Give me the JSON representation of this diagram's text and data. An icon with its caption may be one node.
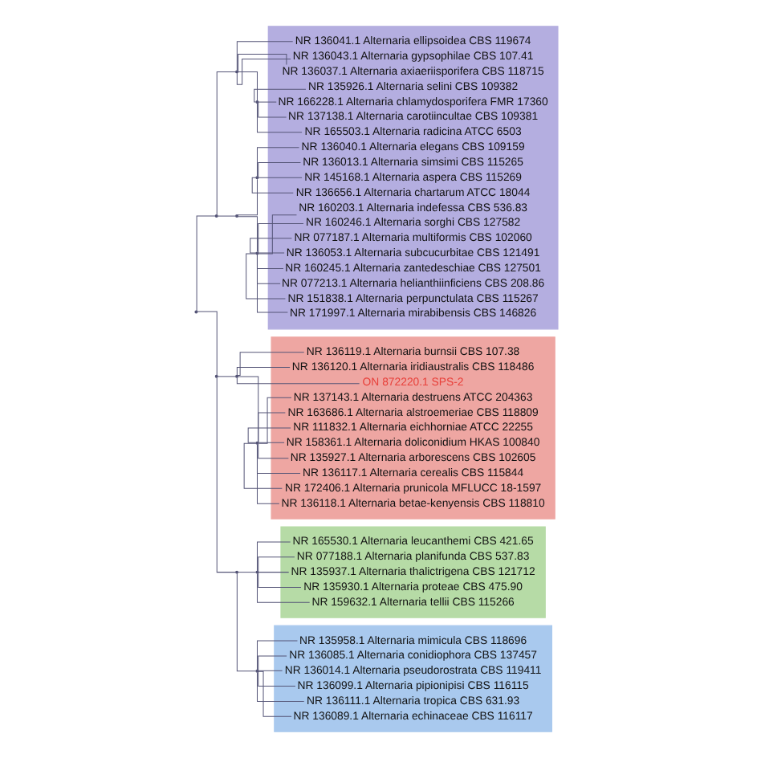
{
  "diagram": {
    "nodes": [
      {
        "text": [],
        "shape": "sector"
      },
      {
        "text": [],
        "shape": "sector"
      },
      {
        "text": [],
        "shape": "sector"
      },
      {
        "text": [],
        "shape": "sector"
      },
      {
        "text": [
          "NR 136041.1 Alternaria ellipsoidea CBS 119674"
        ],
        "in": 0
      },
      {
        "text": [
          "NR 136043.1 Alternaria gypsophilae CBS 107.41"
        ],
        "in": 0
      },
      {
        "text": [
          "NR 136037.1 Alternaria axiaeriisporifera CBS 118715"
        ],
        "in": 0
      },
      {
        "text": [
          "NR 135926.1 Alternaria selini CBS 109382"
        ],
        "in": 0
      },
      {
        "text": [
          "NR 166228.1 Alternaria chlamydosporifera FMR 17360"
        ],
        "in": 0
      },
      {
        "text": [
          "NR 137138.1 Alternaria carotiincultae CBS 109381"
        ],
        "in": 0
      },
      {
        "text": [
          "NR 165503.1 Alternaria radicina ATCC 6503"
        ],
        "in": 0
      },
      {
        "text": [
          "NR 136040.1 Alternaria elegans CBS 109159"
        ],
        "in": 0
      },
      {
        "text": [
          "NR 136013.1 Alternaria simsimi CBS 115265"
        ],
        "in": 0
      },
      {
        "text": [
          "NR 145168.1 Alternaria aspera CBS 115269"
        ],
        "in": 0
      },
      {
        "text": [
          "NR 136656.1 Alternaria chartarum ATCC 18044"
        ],
        "in": 0
      },
      {
        "text": [
          "NR 160203.1 Alternaria indefessa CBS 536.83"
        ],
        "in": 0
      },
      {
        "text": [
          "NR 160246.1 Alternaria sorghi CBS 127582"
        ],
        "in": 0
      },
      {
        "text": [
          "NR 077187.1 Alternaria multiformis CBS 102060"
        ],
        "in": 0
      },
      {
        "text": [
          "NR 136053.1 Alternaria subcucurbitae CBS 121491"
        ],
        "in": 0
      },
      {
        "text": [
          "NR 160245.1 Alternaria zantedeschiae CBS 127501"
        ],
        "in": 0
      },
      {
        "text": [
          "NR 077213.1 Alternaria helianthiinficiens CBS 208.86"
        ],
        "in": 0
      },
      {
        "text": [
          "NR 151838.1 Alternaria perpunctulata CBS 115267"
        ],
        "in": 0
      },
      {
        "text": [
          "NR 171997.1 Alternaria mirabibensis CBS 146826"
        ],
        "in": 0
      },
      {
        "text": [
          "NR 136119.1 Alternaria burnsii CBS 107.38"
        ],
        "in": 1
      },
      {
        "text": [
          "NR 136120.1 Alternaria iridiaustralis CBS 118486"
        ],
        "in": 1
      },
      {
        "text": [
          "ON 872220.1 SPS-2"
        ],
        "in": 1
      },
      {
        "text": [
          "NR 137143.1 Alternaria destruens ATCC 204363"
        ],
        "in": 1
      },
      {
        "text": [
          "NR 163686.1 Alternaria alstroemeriae CBS 118809"
        ],
        "in": 1
      },
      {
        "text": [
          "NR 111832.1 Alternaria eichhorniae ATCC 22255"
        ],
        "in": 1
      },
      {
        "text": [
          "NR 158361.1 Alternaria doliconidium HKAS 100840"
        ],
        "in": 1
      },
      {
        "text": [
          "NR 135927.1 Alternaria arborescens CBS 102605"
        ],
        "in": 1
      },
      {
        "text": [
          "NR 136117.1 Alternaria cerealis CBS 115844"
        ],
        "in": 1
      },
      {
        "text": [
          "NR 172406.1 Alternaria prunicola MFLUCC 18-1597"
        ],
        "in": 1
      },
      {
        "text": [
          "NR 136118.1 Alternaria betae-kenyensis CBS 118810"
        ],
        "in": 1
      },
      {
        "text": [
          "NR 165530.1 Alternaria leucanthemi CBS 421.65"
        ],
        "in": 2
      },
      {
        "text": [
          "NR 077188.1 Alternaria planifunda CBS 537.83"
        ],
        "in": 2
      },
      {
        "text": [
          "NR 135937.1 Alternaria thalictrigena CBS 121712"
        ],
        "in": 2
      },
      {
        "text": [
          "NR 135930.1 Alternaria proteae CBS 475.90"
        ],
        "in": 2
      },
      {
        "text": [
          "NR 159632.1 Alternaria tellii CBS 115266"
        ],
        "in": 2
      },
      {
        "text": [
          "NR 135958.1 Alternaria mimicula CBS 118696"
        ],
        "in": 3
      },
      {
        "text": [
          "NR 136085.1 Alternaria conidiophora CBS 137457"
        ],
        "in": 3
      },
      {
        "text": [
          "NR 136014.1 Alternaria pseudorostrata CBS 119411"
        ],
        "in": 3
      },
      {
        "text": [
          "NR 136099.1 Alternaria pipionipisi CBS 116115"
        ],
        "in": 3
      },
      {
        "text": [
          "NR 136111.1 Alternaria tropica CBS 631.93"
        ],
        "in": 3
      },
      {
        "text": [
          "NR 136089.1 Alternaria echinaceae CBS 116117"
        ],
        "in": 3
      },
      {
        "text": [],
        "shape": "point"
      },
      {
        "text": [],
        "shape": "point"
      },
      {
        "text": [],
        "shape": "point"
      },
      {
        "text": [],
        "shape": "point"
      },
      {
        "text": [],
        "shape": "point"
      },
      {
        "text": [],
        "shape": "point"
      },
      {
        "text": [],
        "shape": "point"
      },
      {
        "text": [],
        "shape": "point"
      },
      {
        "text": [],
        "shape": "point"
      },
      {
        "text": [],
        "shape": "point"
      },
      {
        "text": [],
        "shape": "point"
      },
      {
        "text": [],
        "shape": "point"
      },
      {
        "text": [],
        "shape": "point"
      }
    ],
    "edges": [
      {
        "from": 45,
        "to": 46,
        "arrow": "none"
      },
      {
        "from": 45,
        "to": 52,
        "arrow": "none"
      },
      {
        "from": 46,
        "to": 47,
        "arrow": "none"
      },
      {
        "from": 46,
        "to": 49,
        "arrow": "none"
      },
      {
        "from": 47,
        "to": 4,
        "arrow": "none"
      },
      {
        "from": 47,
        "to": 5,
        "arrow": "none"
      },
      {
        "from": 47,
        "to": 6,
        "arrow": "none"
      },
      {
        "from": 47,
        "to": 48,
        "arrow": "none"
      },
      {
        "from": 48,
        "to": 7,
        "arrow": "none"
      },
      {
        "from": 48,
        "to": 8,
        "arrow": "none"
      },
      {
        "from": 48,
        "to": 9,
        "arrow": "none"
      },
      {
        "from": 48,
        "to": 10,
        "arrow": "none"
      },
      {
        "from": 49,
        "to": 50,
        "arrow": "none"
      },
      {
        "from": 49,
        "to": 51,
        "arrow": "none"
      },
      {
        "from": 50,
        "to": 11,
        "arrow": "none"
      },
      {
        "from": 50,
        "to": 12,
        "arrow": "none"
      },
      {
        "from": 50,
        "to": 13,
        "arrow": "none"
      },
      {
        "from": 50,
        "to": 14,
        "arrow": "none"
      },
      {
        "from": 51,
        "to": 15,
        "arrow": "none"
      },
      {
        "from": 51,
        "to": 16,
        "arrow": "none"
      },
      {
        "from": 51,
        "to": 17,
        "arrow": "none"
      },
      {
        "from": 51,
        "to": 18,
        "arrow": "none"
      },
      {
        "from": 51,
        "to": 19,
        "arrow": "none"
      },
      {
        "from": 51,
        "to": 20,
        "arrow": "none"
      },
      {
        "from": 51,
        "to": 21,
        "arrow": "none"
      },
      {
        "from": 51,
        "to": 22,
        "arrow": "none"
      },
      {
        "from": 52,
        "to": 53,
        "arrow": "none"
      },
      {
        "from": 52,
        "to": 55,
        "arrow": "none"
      },
      {
        "from": 53,
        "to": 23,
        "arrow": "none"
      },
      {
        "from": 53,
        "to": 24,
        "arrow": "none"
      },
      {
        "from": 53,
        "to": 25,
        "arrow": "none"
      },
      {
        "from": 53,
        "to": 54,
        "arrow": "none"
      },
      {
        "from": 54,
        "to": 26,
        "arrow": "none"
      },
      {
        "from": 54,
        "to": 27,
        "arrow": "none"
      },
      {
        "from": 54,
        "to": 28,
        "arrow": "none"
      },
      {
        "from": 54,
        "to": 29,
        "arrow": "none"
      },
      {
        "from": 54,
        "to": 30,
        "arrow": "none"
      },
      {
        "from": 54,
        "to": 31,
        "arrow": "none"
      },
      {
        "from": 54,
        "to": 32,
        "arrow": "none"
      },
      {
        "from": 54,
        "to": 33,
        "arrow": "none"
      },
      {
        "from": 55,
        "to": 56,
        "arrow": "none"
      },
      {
        "from": 55,
        "to": 57,
        "arrow": "none"
      },
      {
        "from": 56,
        "to": 34,
        "arrow": "none"
      },
      {
        "from": 56,
        "to": 35,
        "arrow": "none"
      },
      {
        "from": 56,
        "to": 36,
        "arrow": "none"
      },
      {
        "from": 56,
        "to": 37,
        "arrow": "none"
      },
      {
        "from": 56,
        "to": 38,
        "arrow": "none"
      },
      {
        "from": 57,
        "to": 39,
        "arrow": "none"
      },
      {
        "from": 57,
        "to": 40,
        "arrow": "none"
      },
      {
        "from": 57,
        "to": 41,
        "arrow": "none"
      },
      {
        "from": 57,
        "to": 42,
        "arrow": "none"
      },
      {
        "from": 57,
        "to": 43,
        "arrow": "none"
      },
      {
        "from": 57,
        "to": 44,
        "arrow": "none"
      }
    ]
  }
}
